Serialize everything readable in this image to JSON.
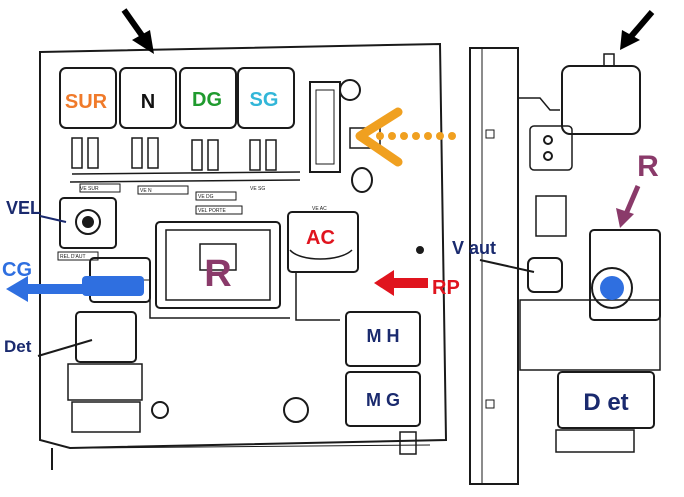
{
  "relays_top": [
    {
      "label": "SUR",
      "color": "#f07a2a"
    },
    {
      "label": "N",
      "color": "#111111"
    },
    {
      "label": "DG",
      "color": "#1f9a2e"
    },
    {
      "label": "SG",
      "color": "#32b6d8"
    }
  ],
  "labels": {
    "vel": "VEL",
    "cg": "CG",
    "det_left": "Det",
    "ac": "AC",
    "r_center": "R",
    "rp": "RP",
    "mh": "M H",
    "mg": "M G",
    "v_aut": "V aut",
    "r_right": "R",
    "det_right": "D et"
  },
  "small_plate_text": {
    "rel_daut": "REL D'AUT",
    "ve_sur": "VE SUR",
    "ve_n": "VE N",
    "ve_dg": "VE DG",
    "ve_sg": "VE SG",
    "rel_porte": "VEL PORTE",
    "ve_ac": "VE AC"
  },
  "colors": {
    "ink": "#1a1a1a",
    "navy": "#1a2a6e",
    "red": "#e0141e",
    "blue": "#2f6fe0",
    "orange": "#f0a020",
    "purple": "#8a3a6a",
    "brown": "#7a2f4a"
  }
}
